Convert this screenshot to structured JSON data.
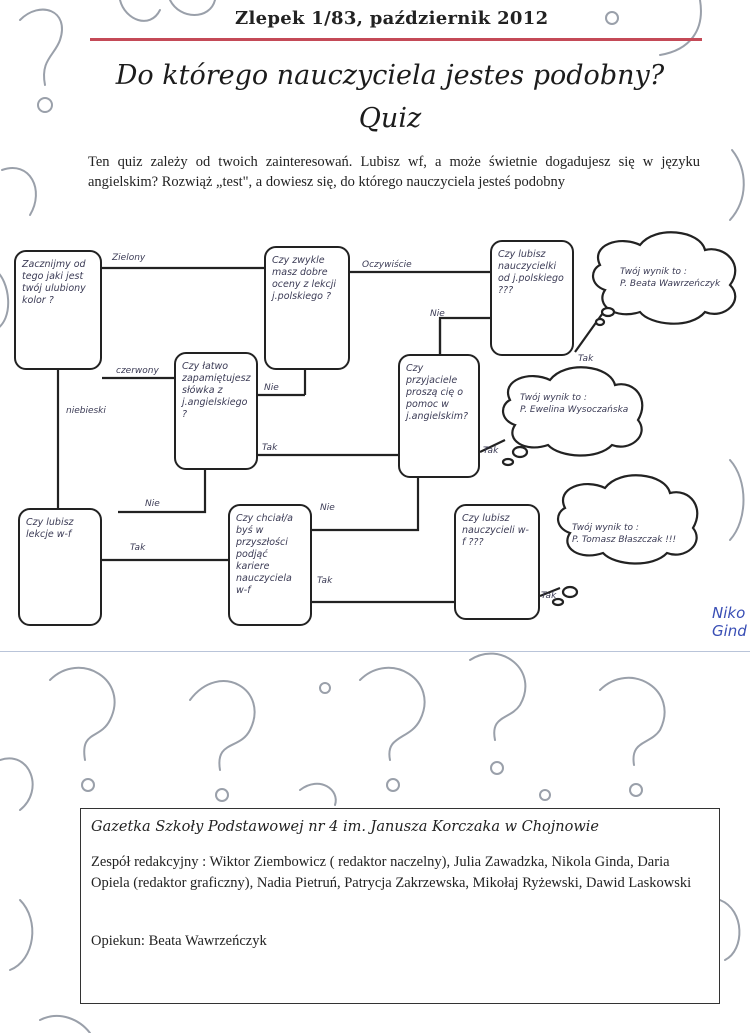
{
  "header": {
    "issue": "Zlepek 1/83, październik 2012"
  },
  "title": "Do którego nauczyciela jestes podobny?",
  "subtitle": "Quiz",
  "intro": "Ten quiz zależy od twoich zainteresowań. Lubisz wf, a może świetnie dogadujesz się w języku angielskim? Rozwiąż „test\", a dowiesz się, do którego nauczyciela jesteś podobny",
  "quiz": {
    "questions": [
      "Zacznijmy od tego jaki jest twój ulubiony kolor ?",
      "Czy zwykle masz dobre oceny z lekcji j.polskiego ?",
      "Czy lubisz nauczycielki od j.polskiego ???",
      "Czy łatwo zapamiętujesz słówka z j.angielskiego ?",
      "Czy przyjaciele proszą cię o pomoc w j.angielskim?",
      "Czy lubisz lekcje w-f",
      "Czy chciał/a byś w przyszłości podjąć kariere nauczyciela w-f",
      "Czy lubisz nauczycieli w-f ???"
    ],
    "labels": {
      "zielony": "Zielony",
      "czerwony": "czerwony",
      "niebieski": "niebieski",
      "oczywiscie": "Oczywiście",
      "nie": "Nie",
      "tak": "Tak"
    },
    "results": [
      {
        "prefix": "Twój wynik to :",
        "name": "P. Beata Wawrzeńczyk"
      },
      {
        "prefix": "Twój wynik to :",
        "name": "P. Ewelina Wysoczańska"
      },
      {
        "prefix": "Twój wynik to :",
        "name": "P. Tomasz Błaszczak !!!"
      }
    ]
  },
  "signature": "Niko Gind",
  "footer": {
    "title": "Gazetka Szkoły Podstawowej nr 4 im. Janusza Korczaka w Chojnowie",
    "team": "Zespół redakcyjny : Wiktor Ziembowicz ( redaktor naczelny), Julia Zawadzka, Nikola Ginda, Daria Opiela (redaktor graficzny), Nadia Pietruń, Patrycja Zakrzewska, Mikołaj Ryżewski, Dawid Laskowski",
    "guardian": "Opiekun: Beata Wawrzeńczyk"
  },
  "colors": {
    "header_rule": "#c44a57",
    "handwriting": "#3b3b55",
    "signature": "#3a4fb5"
  }
}
